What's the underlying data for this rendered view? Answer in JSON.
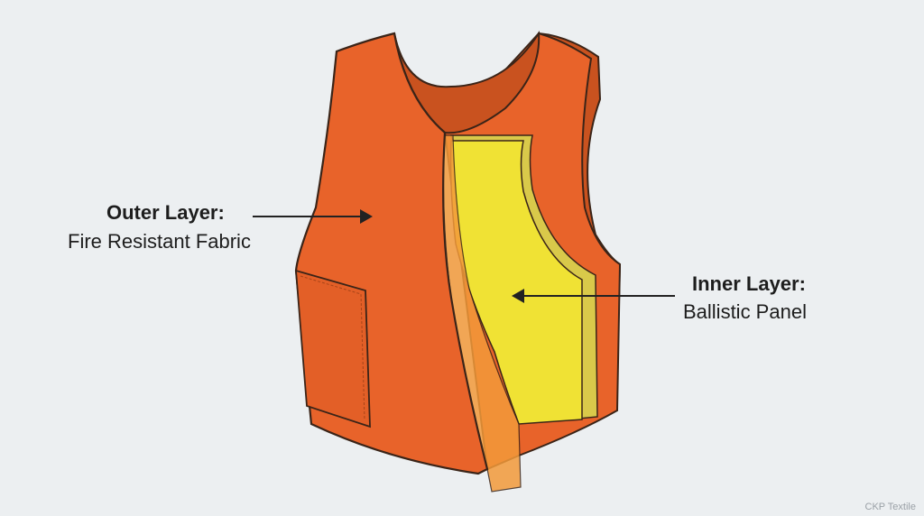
{
  "labels": {
    "outer": {
      "title": "Outer Layer:",
      "description": "Fire Resistant Fabric"
    },
    "inner": {
      "title": "Inner Layer:",
      "description": "Ballistic Panel"
    }
  },
  "watermark": "CKP Textile",
  "colors": {
    "background": "#eceff1",
    "outer_fabric": "#e8632a",
    "inner_shadow": "#c9521f",
    "ballistic_panel": "#f0e234",
    "panel_edge": "#d9c94a",
    "outline": "#3a2418"
  }
}
